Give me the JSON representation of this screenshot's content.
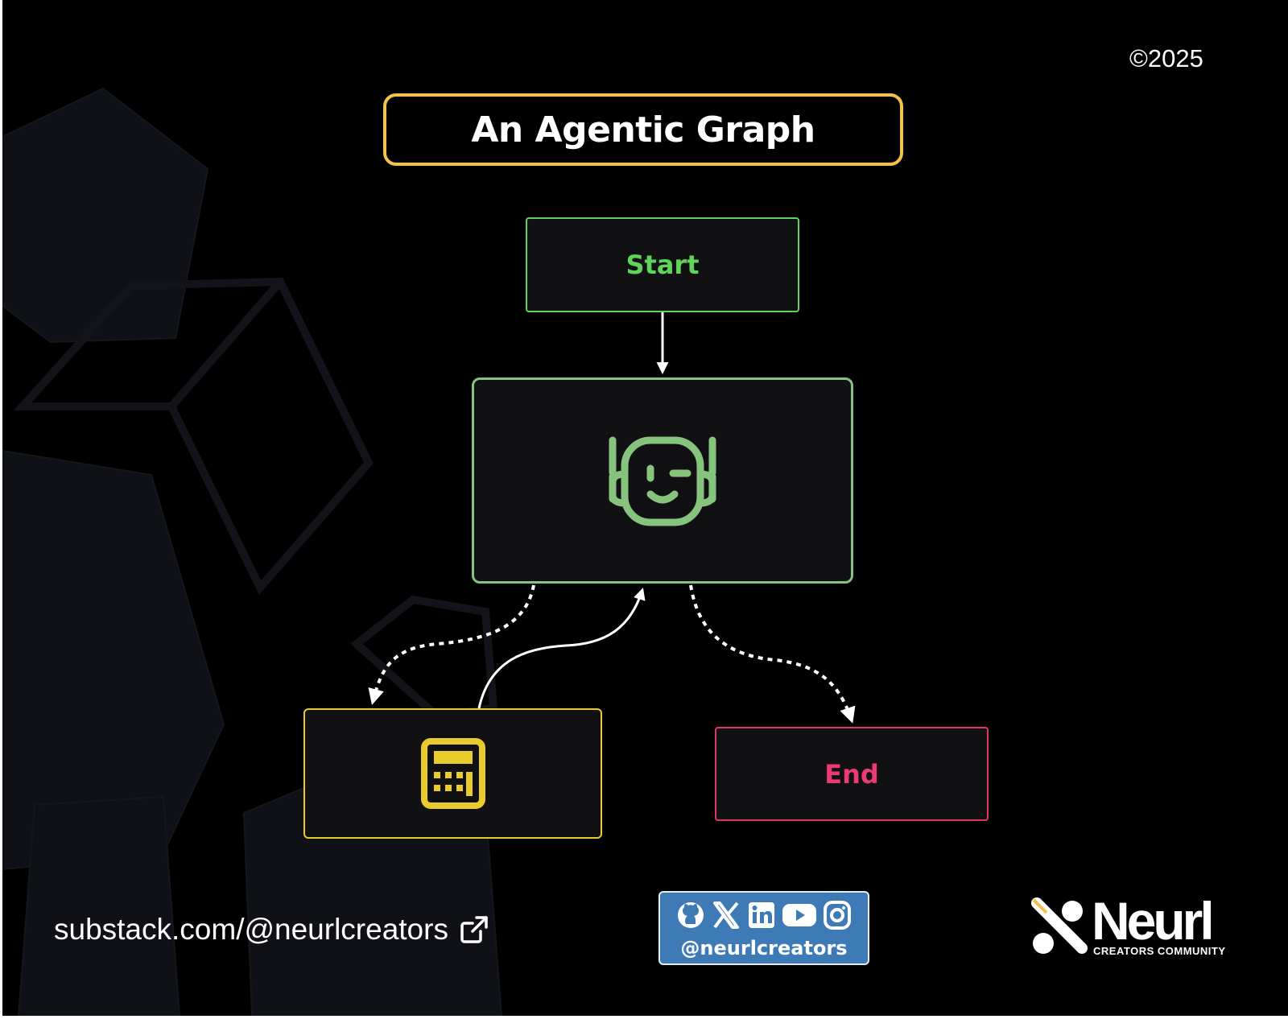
{
  "copyright": "©2025",
  "title": "An Agentic Graph",
  "nodes": {
    "start": {
      "label": "Start",
      "color": "#5fd35a"
    },
    "agent": {
      "icon": "robot-icon",
      "color": "#86c47e"
    },
    "tool": {
      "icon": "calculator-icon",
      "color": "#e8cc2e"
    },
    "end": {
      "label": "End",
      "color": "#e0356a"
    }
  },
  "edges": [
    {
      "from": "start",
      "to": "agent",
      "style": "solid"
    },
    {
      "from": "agent",
      "to": "tool",
      "style": "dashed"
    },
    {
      "from": "tool",
      "to": "agent",
      "style": "solid"
    },
    {
      "from": "agent",
      "to": "end",
      "style": "dashed"
    }
  ],
  "footer": {
    "link_text": "substack.com/@neurlcreators",
    "link_icon": "external-link-icon",
    "social": {
      "icons": [
        "github-icon",
        "x-icon",
        "linkedin-icon",
        "youtube-icon",
        "instagram-icon"
      ],
      "handle": "@neurlcreators",
      "color": "#3d7ab6"
    },
    "brand": {
      "name": "Neurl",
      "tagline": "CREATORS COMMUNITY"
    }
  }
}
